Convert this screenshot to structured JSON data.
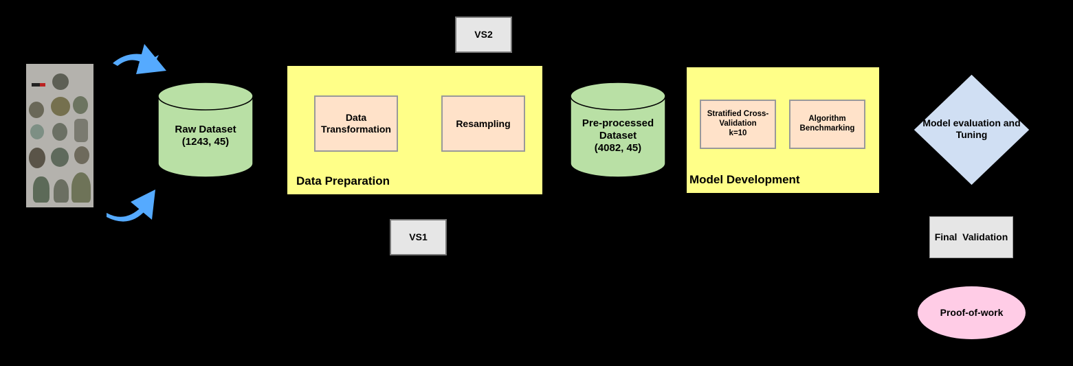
{
  "colors": {
    "background": "#000000",
    "cylinder_fill": "#b9e0a5",
    "panel_fill": "#ffff88",
    "process_fill": "#ffe2c9",
    "vs_fill": "#e6e6e6",
    "decision_fill": "#d0dff3",
    "terminal_fill": "#ffcce6",
    "arrow_blue": "#55aaff"
  },
  "raw_dataset": {
    "line1": "Raw Dataset",
    "line2": "(1243, 45)"
  },
  "data_preparation": {
    "title": "Data Preparation",
    "transformation_line1": "Data",
    "transformation_line2": "Transformation",
    "resampling": "Resampling"
  },
  "vs2": "VS2",
  "vs1": "VS1",
  "preprocessed_dataset": {
    "line1": "Pre-processed",
    "line2": "Dataset",
    "line3": "(4082, 45)"
  },
  "model_development": {
    "title": "Model Development",
    "cv_line1": "Stratified Cross-",
    "cv_line2": "Validation",
    "cv_line3": "k=10",
    "bench_line1": "Algorithm",
    "bench_line2": "Benchmarking"
  },
  "evaluation": {
    "line1": "Model evaluation and",
    "line2": "Tuning"
  },
  "final_validation": "Final  Validation",
  "proof_of_work": "Proof-of-work"
}
